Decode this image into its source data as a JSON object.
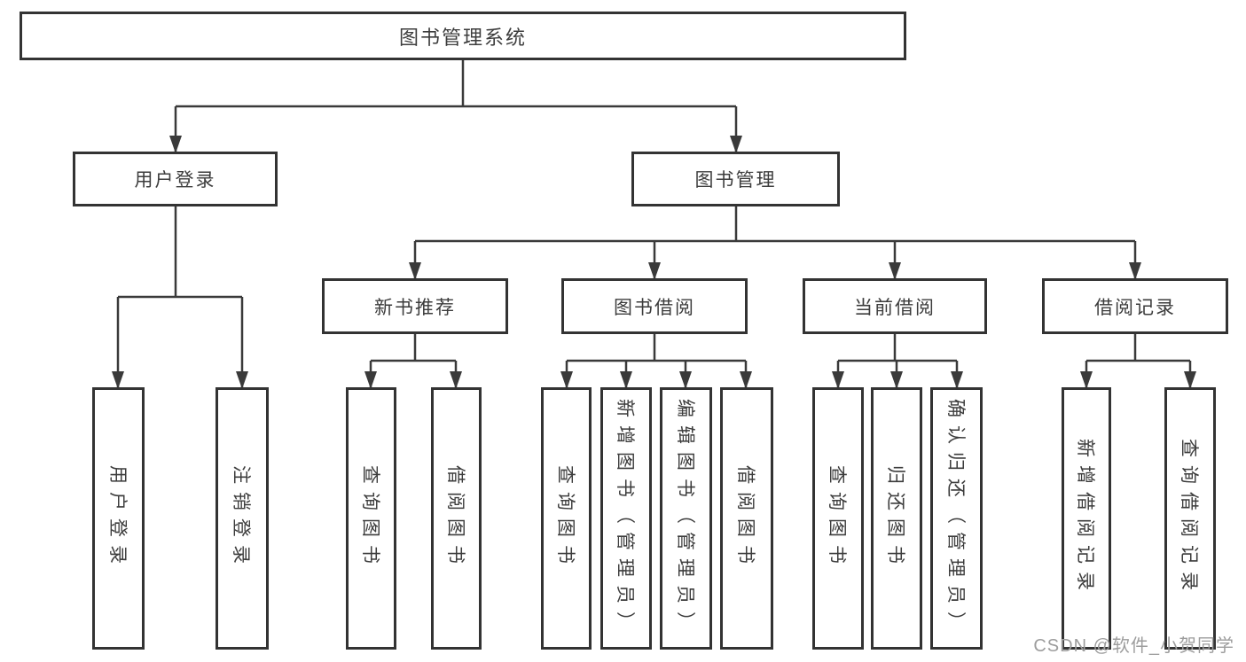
{
  "tree": {
    "label": "图书管理系统",
    "children": [
      {
        "label": "用户登录",
        "children": [
          {
            "label": "用户登录"
          },
          {
            "label": "注销登录"
          }
        ]
      },
      {
        "label": "图书管理",
        "children": [
          {
            "label": "新书推荐",
            "children": [
              {
                "label": "查询图书"
              },
              {
                "label": "借阅图书"
              }
            ]
          },
          {
            "label": "图书借阅",
            "children": [
              {
                "label": "查询图书"
              },
              {
                "label": "新增图书（管理员）"
              },
              {
                "label": "编辑图书（管理员）"
              },
              {
                "label": "借阅图书"
              }
            ]
          },
          {
            "label": "当前借阅",
            "children": [
              {
                "label": "查询图书"
              },
              {
                "label": "归还图书"
              },
              {
                "label": "确认归还（管理员）"
              }
            ]
          },
          {
            "label": "借阅记录",
            "children": [
              {
                "label": "新增借阅记录"
              },
              {
                "label": "查询借阅记录"
              }
            ]
          }
        ]
      }
    ]
  },
  "watermark": {
    "text": "CSDN @软件_小贺同学"
  },
  "colors": {
    "line": "#3a3a3a",
    "border": "#333333",
    "text": "#3c3c3c",
    "watermark_text": "#9d9d9d",
    "background": "#ffffff"
  }
}
